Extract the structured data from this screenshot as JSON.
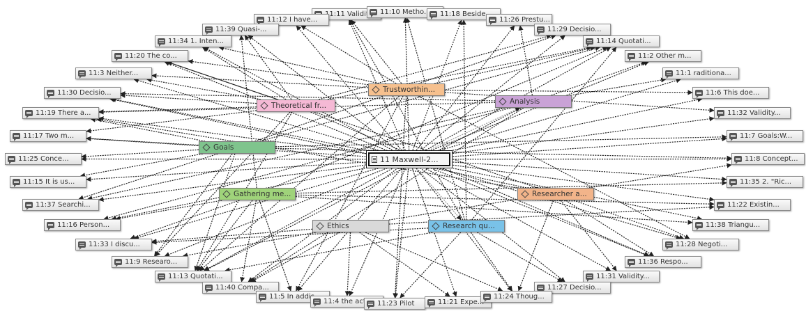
{
  "colors": {
    "theoretical": "#f5b9d5",
    "trust": "#f6c08e",
    "analysis": "#c9a2d6",
    "goals": "#7fc48d",
    "gathering": "#9fd37a",
    "researcher": "#f2b48a",
    "ethics": "#d9d9d9",
    "research_q": "#79c2e8",
    "edge": "#222222"
  },
  "icons": {
    "quotation": "quotation-icon",
    "code": "code-diamond-icon",
    "document": "document-icon"
  },
  "center": {
    "id": "doc",
    "label": "11 Maxwell-2..."
  },
  "codes": [
    {
      "id": "theo",
      "label": "Theoretical fr...",
      "color": "theoretical"
    },
    {
      "id": "trust",
      "label": "Trustworthin...",
      "color": "trust"
    },
    {
      "id": "analysis",
      "label": "Analysis",
      "color": "analysis"
    },
    {
      "id": "goals",
      "label": "Goals",
      "color": "goals"
    },
    {
      "id": "gather",
      "label": "Gathering me...",
      "color": "gathering"
    },
    {
      "id": "researcher",
      "label": "Researcher a...",
      "color": "researcher"
    },
    {
      "id": "ethics",
      "label": "Ethics",
      "color": "ethics"
    },
    {
      "id": "rq",
      "label": "Research qu...",
      "color": "research_q"
    }
  ],
  "quotes": [
    {
      "id": "q11",
      "label": "11:11 Validity..."
    },
    {
      "id": "q10",
      "label": "11:10 Metho..."
    },
    {
      "id": "q18",
      "label": "11:18 Beside..."
    },
    {
      "id": "q12",
      "label": "11:12 I have..."
    },
    {
      "id": "q26",
      "label": "11:26 Prestu..."
    },
    {
      "id": "q39",
      "label": "11:39 Quasi-..."
    },
    {
      "id": "q29",
      "label": "11:29 Decisio..."
    },
    {
      "id": "q34",
      "label": "11:34 1. Inten..."
    },
    {
      "id": "q14",
      "label": "11:14 Quotati..."
    },
    {
      "id": "q20",
      "label": "11:20 The co..."
    },
    {
      "id": "q2",
      "label": "11:2 Other m..."
    },
    {
      "id": "q3",
      "label": "11:3 Neither..."
    },
    {
      "id": "q1",
      "label": "11:1 raditiona..."
    },
    {
      "id": "q30",
      "label": "11:30 Decisio..."
    },
    {
      "id": "q6",
      "label": "11:6 This doe..."
    },
    {
      "id": "q19",
      "label": "11:19 There a..."
    },
    {
      "id": "q32",
      "label": "11:32 Validity..."
    },
    {
      "id": "q17",
      "label": "11:17 Two m..."
    },
    {
      "id": "q7",
      "label": "11:7 Goals:W..."
    },
    {
      "id": "q25",
      "label": "11:25 Conce..."
    },
    {
      "id": "q8",
      "label": "11:8 Concept..."
    },
    {
      "id": "q15",
      "label": "11:15 It is us..."
    },
    {
      "id": "q35",
      "label": "11:35 2. \"Ric..."
    },
    {
      "id": "q37",
      "label": "11:37 Searchi..."
    },
    {
      "id": "q22",
      "label": "11:22 Existin..."
    },
    {
      "id": "q16",
      "label": "11:16 Person..."
    },
    {
      "id": "q38",
      "label": "11:38 Triangu..."
    },
    {
      "id": "q33",
      "label": "11:33 I discu..."
    },
    {
      "id": "q28",
      "label": "11:28 Negoti..."
    },
    {
      "id": "q9",
      "label": "11:9 Researo..."
    },
    {
      "id": "q36",
      "label": "11:36 Respo..."
    },
    {
      "id": "q13",
      "label": "11:13 Quotati..."
    },
    {
      "id": "q31",
      "label": "11:31 Validity..."
    },
    {
      "id": "q40",
      "label": "11:40 Compa..."
    },
    {
      "id": "q27",
      "label": "11:27 Decisio..."
    },
    {
      "id": "q5",
      "label": "11:5 In addis..."
    },
    {
      "id": "q4",
      "label": "11:4 the activ..."
    },
    {
      "id": "q23",
      "label": "11:23 Pilot"
    },
    {
      "id": "q21",
      "label": "11:21 Expe..."
    },
    {
      "id": "q24",
      "label": "11:24 Thoug..."
    }
  ]
}
